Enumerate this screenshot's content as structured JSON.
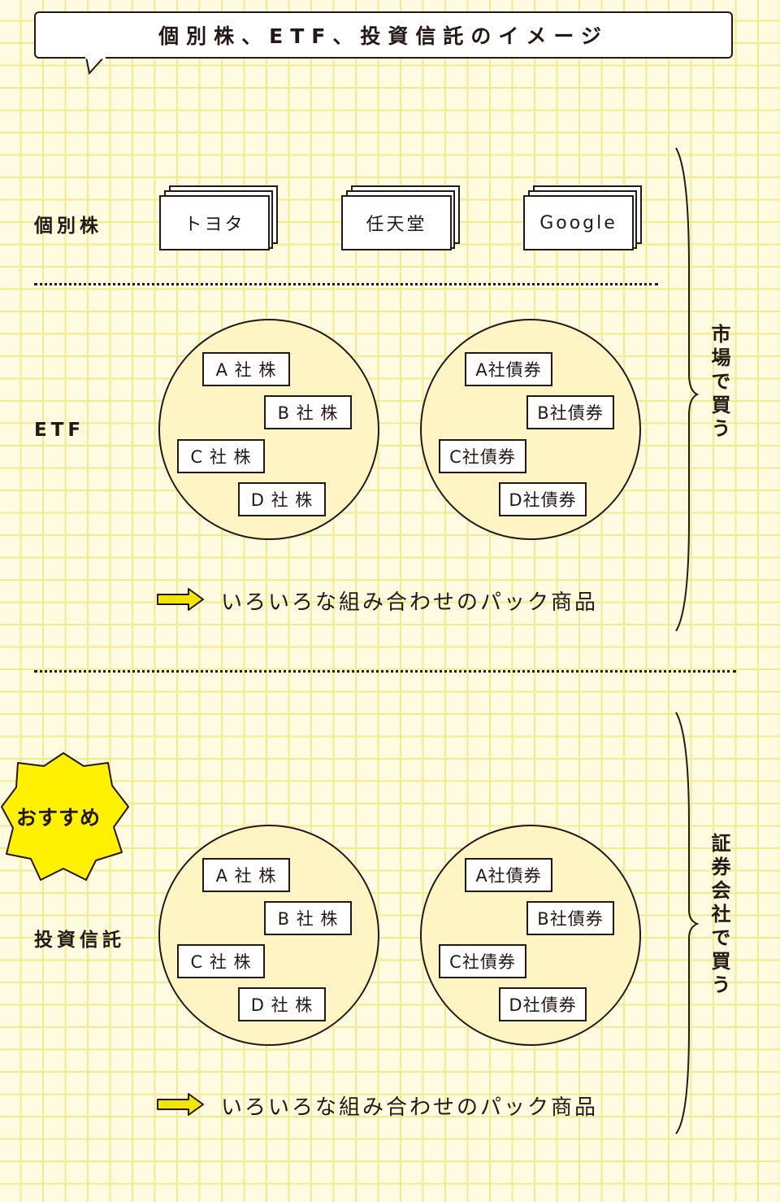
{
  "title": "個別株、ETF、投資信託のイメージ",
  "rows": {
    "stock": {
      "label": "個別株",
      "cards": [
        "トヨタ",
        "任天堂",
        "Google"
      ]
    },
    "etf": {
      "label": "ETF"
    },
    "fund": {
      "label": "投資信託"
    }
  },
  "baskets": {
    "stocks": [
      "A 社 株",
      "B 社 株",
      "C 社 株",
      "D 社 株"
    ],
    "bonds": [
      "A社債券",
      "B社債券",
      "C社債券",
      "D社債券"
    ]
  },
  "pack_text": "いろいろな組み合わせのパック商品",
  "market_label": "市場で買う",
  "broker_label": "証券会社で買う",
  "recommend": "おすすめ",
  "colors": {
    "grid": "#f3e98e",
    "circle_fill": "#fff4c4",
    "arrow_fill": "#f2e600",
    "badge_fill": "#fff100"
  }
}
